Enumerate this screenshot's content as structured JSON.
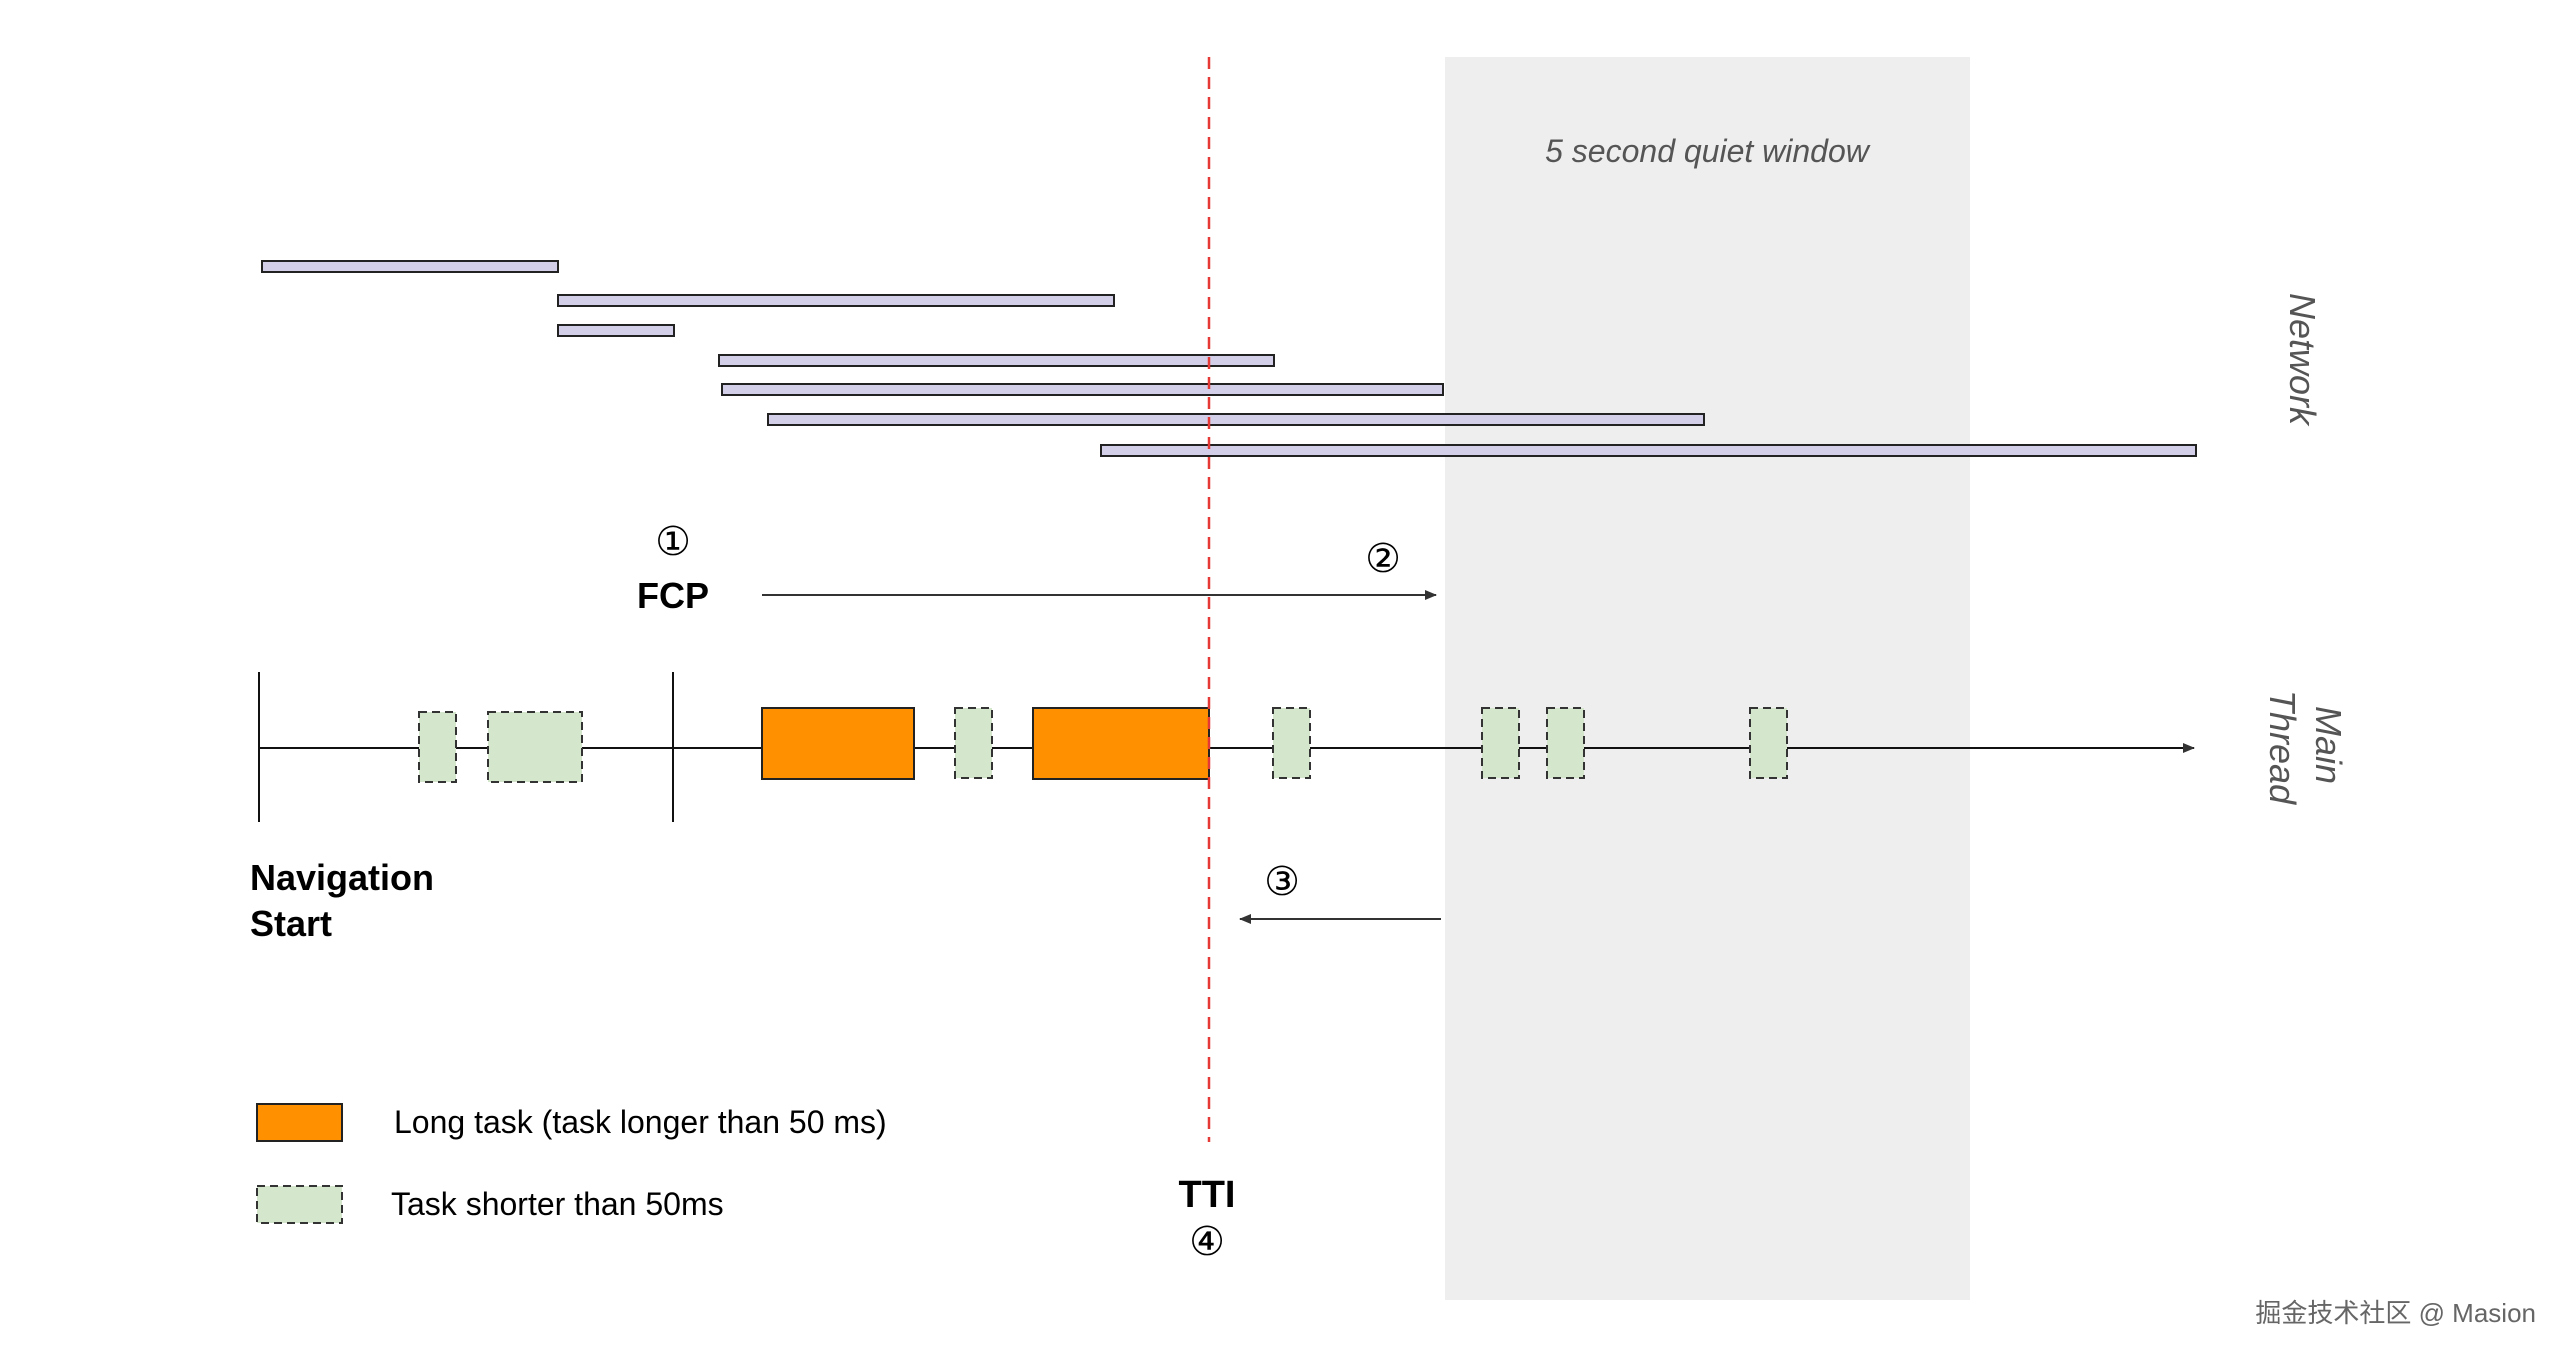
{
  "labels": {
    "quiet_window": "5 second quiet window",
    "network": "Network",
    "main_thread_line1": "Main",
    "main_thread_line2": "Thread",
    "fcp": "FCP",
    "fcp_marker": "①",
    "step2_marker": "②",
    "step3_marker": "③",
    "tti": "TTI",
    "tti_marker": "④",
    "nav_start_line1": "Navigation",
    "nav_start_line2": "Start",
    "watermark": "掘金技术社区 @ Masion"
  },
  "legend": {
    "long_task": "Long task (task longer than 50 ms)",
    "short_task": "Task shorter than 50ms"
  },
  "colors": {
    "long_task": "#FF9100",
    "short_task": "#D4E7CC",
    "network_bar": "#D3CFE8",
    "quiet_window": "#EEEEEE",
    "tti_line": "#E53935"
  }
}
